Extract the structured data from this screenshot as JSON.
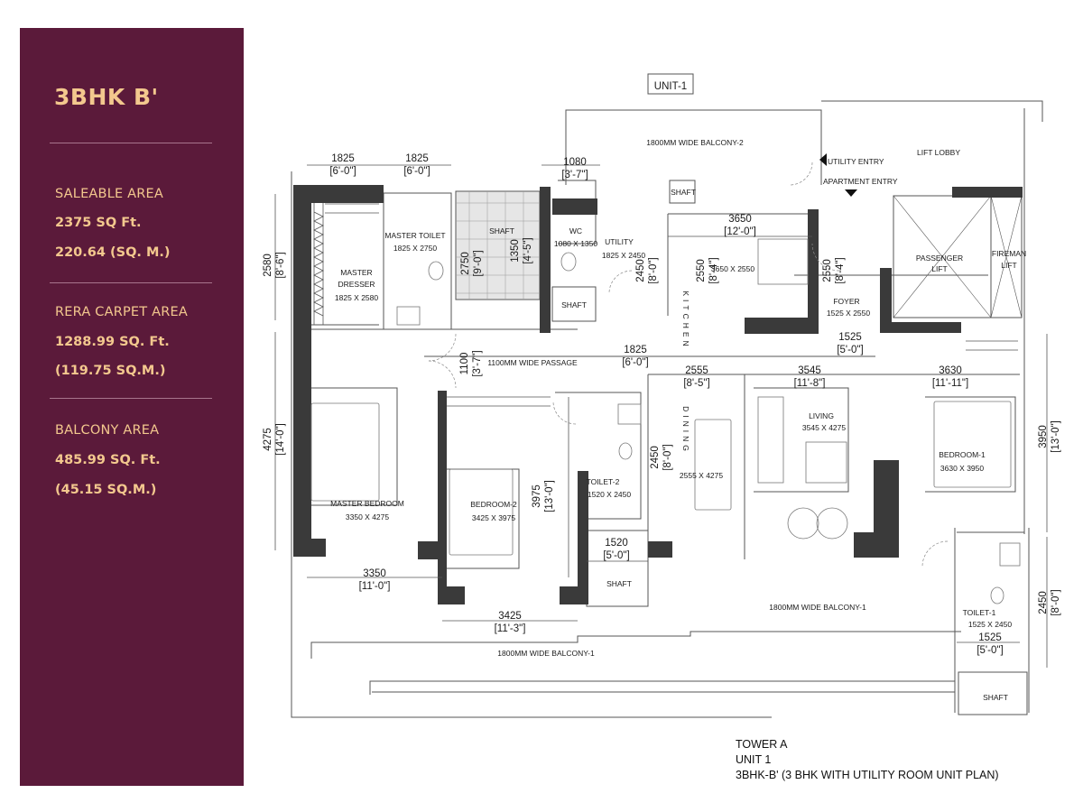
{
  "sidebar": {
    "title": "3BHK B'",
    "saleable_label": "SALEABLE AREA",
    "saleable_sqft": "2375 SQ Ft.",
    "saleable_sqm": "220.64 (SQ. M.)",
    "carpet_label": "RERA CARPET AREA",
    "carpet_sqft": "1288.99 SQ. Ft.",
    "carpet_sqm": "(119.75 SQ.M.)",
    "balcony_label": "BALCONY AREA",
    "balcony_sqft": "485.99 SQ. Ft.",
    "balcony_sqm": "(45.15 SQ.M.)"
  },
  "colors": {
    "sidebar_bg": "#5b1a3a",
    "sidebar_text": "#f3c88e",
    "wall": "#3a3a3a",
    "line": "#444444"
  },
  "plan": {
    "unit_tag": "UNIT-1",
    "rooms": {
      "balcony2": "1800MM WIDE BALCONY-2",
      "utility_entry": "UTILITY ENTRY",
      "apartment_entry": "APARTMENT ENTRY",
      "lift_lobby": "LIFT LOBBY",
      "passenger_lift": [
        "PASSENGER",
        "LIFT"
      ],
      "fireman_lift": [
        "FIREMAN",
        "LIFT"
      ],
      "shaft": "SHAFT",
      "master_toilet": "MASTER TOILET",
      "master_toilet_size": "1825 X 2750",
      "master_dresser": [
        "MASTER",
        "DRESSER"
      ],
      "master_dresser_size": "1825 X 2580",
      "wc": "WC",
      "wc_size": "1080 X 1350",
      "utility": "UTILITY",
      "utility_size": "1825 X 2450",
      "kitchen": "KITCHEN",
      "kitchen_size": "3650 X 2550",
      "foyer": "FOYER",
      "foyer_size": "1525 X 2550",
      "passage": "1100MM WIDE PASSAGE",
      "dining": "DINING",
      "dining_size": "2555 X 4275",
      "living": "LIVING",
      "living_size": "3545 X 4275",
      "bedroom1": "BEDROOM-1",
      "bedroom1_size": "3630 X 3950",
      "master_bedroom": "MASTER BEDROOM",
      "master_bedroom_size": "3350 X 4275",
      "bedroom2": "BEDROOM-2",
      "bedroom2_size": "3425 X 3975",
      "toilet2": "TOILET-2",
      "toilet2_size": "1520 X 2450",
      "toilet1": "TOILET-1",
      "toilet1_size": "1525 X 2450",
      "balcony1": "1800MM WIDE BALCONY-1"
    },
    "dims": {
      "d1825a": "1825",
      "d1825a_ft": "[6'-0\"]",
      "d1825b": "1825",
      "d1825b_ft": "[6'-0\"]",
      "d1080": "1080",
      "d1080_ft": "[3'-7\"]",
      "d3650": "3650",
      "d3650_ft": "[12'-0\"]",
      "d2580": "2580",
      "d2580_ft": "[8'-6\"]",
      "d2750": "2750",
      "d2750_ft": "[9'-0\"]",
      "d1350": "1350",
      "d1350_ft": "[4'-5\"]",
      "d2450u": "2450",
      "d2450u_ft": "[8'-0\"]",
      "d2550k": "2550",
      "d2550k_ft": "[8'-4\"]",
      "d2550f": "2550",
      "d2550f_ft": "[8'-4\"]",
      "d1100": "1100",
      "d1100_ft": "[3'-7\"]",
      "d1825c": "1825",
      "d1825c_ft": "[6'-0\"]",
      "d1525f": "1525",
      "d1525f_ft": "[5'-0\"]",
      "d2555": "2555",
      "d2555_ft": "[8'-5\"]",
      "d3545": "3545",
      "d3545_ft": "[11'-8\"]",
      "d3630": "3630",
      "d3630_ft": "[11'-11\"]",
      "d4275": "4275",
      "d4275_ft": "[14'-0\"]",
      "d3975": "3975",
      "d3975_ft": "[13'-0\"]",
      "d2450t": "2450",
      "d2450t_ft": "[8'-0\"]",
      "d3950": "3950",
      "d3950_ft": "[13'-0\"]",
      "d2450r": "2450",
      "d2450r_ft": "[8'-0\"]",
      "d3350": "3350",
      "d3350_ft": "[11'-0\"]",
      "d1520": "1520",
      "d1520_ft": "[5'-0\"]",
      "d3425": "3425",
      "d3425_ft": "[11'-3\"]",
      "d1525t": "1525",
      "d1525t_ft": "[5'-0\"]"
    }
  },
  "caption": {
    "line1": "TOWER A",
    "line2": "UNIT 1",
    "line3": "3BHK-B' (3 BHK WITH UTILITY ROOM UNIT PLAN)"
  }
}
